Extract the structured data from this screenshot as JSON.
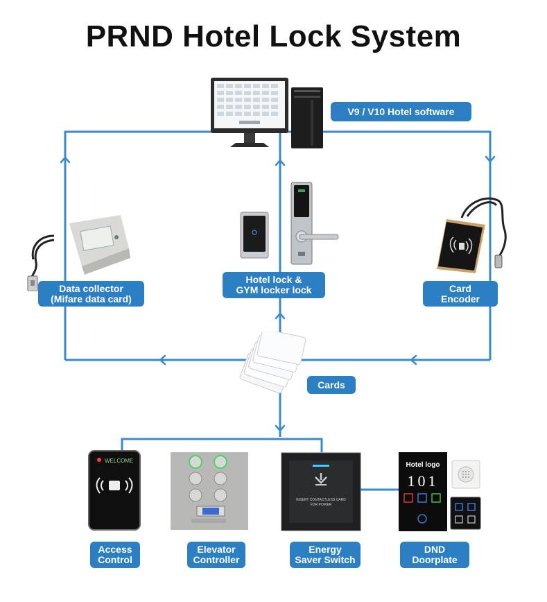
{
  "title": "PRND Hotel Lock System",
  "labels": {
    "software": "V9 / V10 Hotel software",
    "collector_1": "Data collector",
    "collector_2": "(Mifare data card)",
    "lock_1": "Hotel lock &",
    "lock_2": "GYM locker lock",
    "encoder_1": "Card",
    "encoder_2": "Encoder",
    "cards": "Cards",
    "access_1": "Access",
    "access_2": "Control",
    "elevator_1": "Elevator",
    "elevator_2": "Controller",
    "energy_1": "Energy",
    "energy_2": "Saver Switch",
    "dnd_1": "DND",
    "dnd_2": "Doorplate"
  },
  "device_text": {
    "welcome": "WELCOME",
    "energy_insert_1": "INSERT CONTACTLESS CARD",
    "energy_insert_2": "FOR POWER",
    "hotel_logo": "Hotel logo",
    "room_number": "101"
  },
  "colors": {
    "accent": "#2c7fc2",
    "line": "#3a8ad0"
  }
}
